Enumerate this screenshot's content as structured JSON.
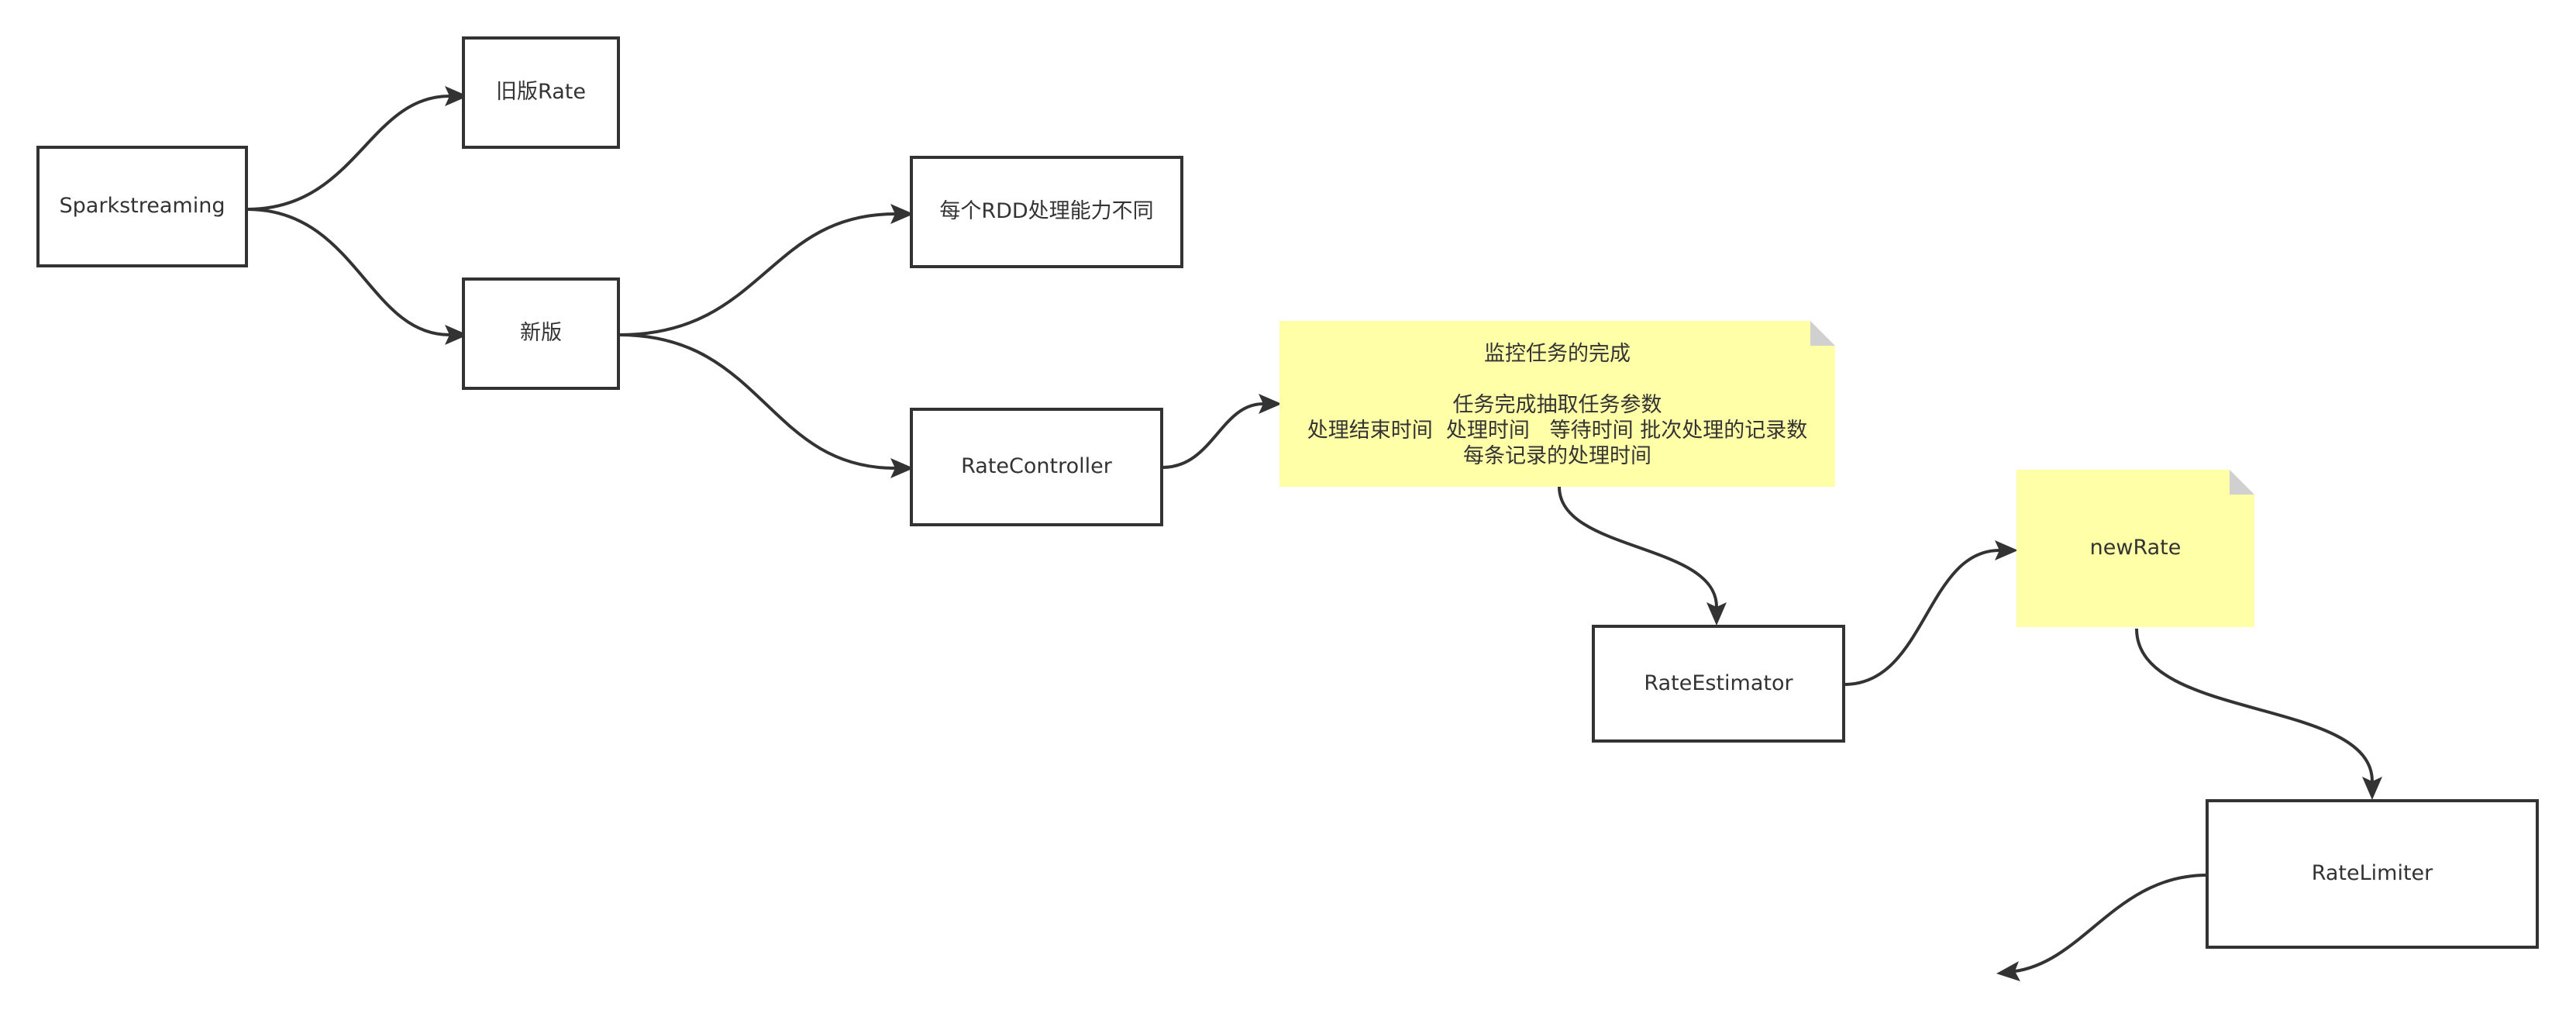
{
  "nodes": {
    "sparkstreaming": "Sparkstreaming",
    "old_rate": "旧版Rate",
    "new_version": "新版",
    "rdd_capability": "每个RDD处理能力不同",
    "rate_controller": "RateController",
    "rate_estimator": "RateEstimator",
    "rate_limiter": "RateLimiter"
  },
  "notes": {
    "monitor": {
      "title": "监控任务的完成",
      "line1": "任务完成抽取任务参数",
      "line2": "处理结束时间  处理时间   等待时间 批次处理的记录数",
      "line3": "每条记录的处理时间"
    },
    "new_rate": "newRate"
  },
  "colors": {
    "stroke": "#333333",
    "note_fill": "#ffffa8",
    "note_fold": "#d0d0d0",
    "background": "#ffffff"
  }
}
